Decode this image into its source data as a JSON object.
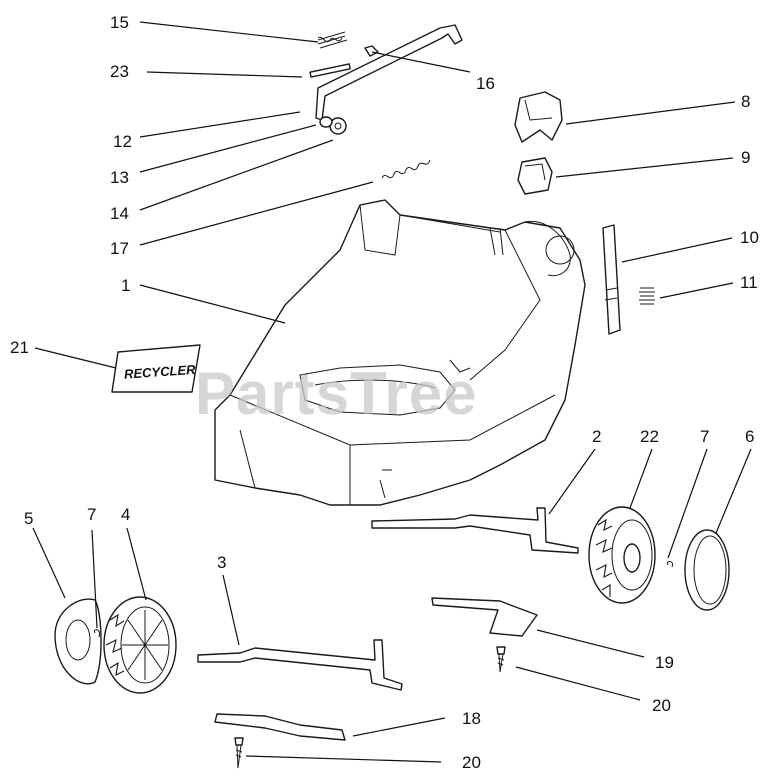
{
  "diagram": {
    "watermark": "PartsTree",
    "decal_text": "RECYCLER",
    "labels": {
      "p15": "15",
      "p23": "23",
      "p16": "16",
      "p12": "12",
      "p13": "13",
      "p14": "14",
      "p17": "17",
      "p8": "8",
      "p9": "9",
      "p10": "10",
      "p11": "11",
      "p1": "1",
      "p21": "21",
      "p2": "2",
      "p22": "22",
      "p7_right": "7",
      "p6": "6",
      "p5": "5",
      "p7_left": "7",
      "p4": "4",
      "p3": "3",
      "p19": "19",
      "p20_upper": "20",
      "p18": "18",
      "p20_lower": "20"
    },
    "colors": {
      "line": "#111111",
      "watermark": "#c8c8c8",
      "background": "#ffffff"
    }
  }
}
